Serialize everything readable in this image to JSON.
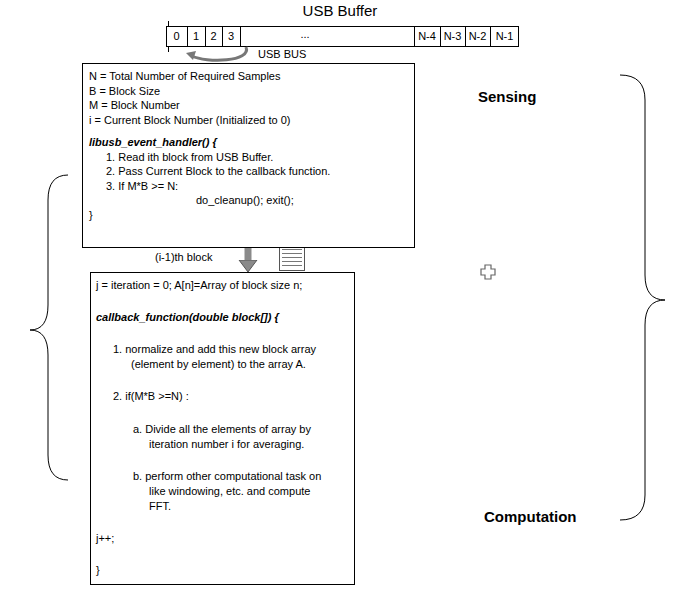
{
  "diagram": {
    "title": "USB Buffer",
    "nodes": [
      {
        "text": [
          "N = Total Number of Required Samples",
          "B = Block Size",
          "M = Block Number",
          "i = Current Block Number (Initialized to 0)",
          "libusb_event_handler() {",
          "1. Read ith block from USB Buffer.",
          "2. Pass Current Block to the callback function.",
          "3. If M*B >= N:",
          "do_cleanup(); exit();",
          "}"
        ]
      },
      {
        "text": [
          "j = iteration = 0; A[n]=Array of block size n;",
          "callback_function(double block[]) {",
          "1. normalize and add this new block array (element by element) to the array A.",
          "2. if(M*B >=N) :",
          "a. Divide all the elements of array by iteration number i for averaging.",
          "b. perform other computational task on like windowing, etc. and compute FFT.",
          "j++;",
          "}"
        ]
      }
    ],
    "edges": [
      {
        "from": 0,
        "to": 1,
        "arrow": "to"
      }
    ],
    "labels": [
      "0",
      "1",
      "2",
      "3",
      "...",
      "N-4",
      "N-3",
      "N-2",
      "N-1",
      "USB BUS",
      "(i-1)th block",
      "Sensing",
      "Computation"
    ]
  }
}
